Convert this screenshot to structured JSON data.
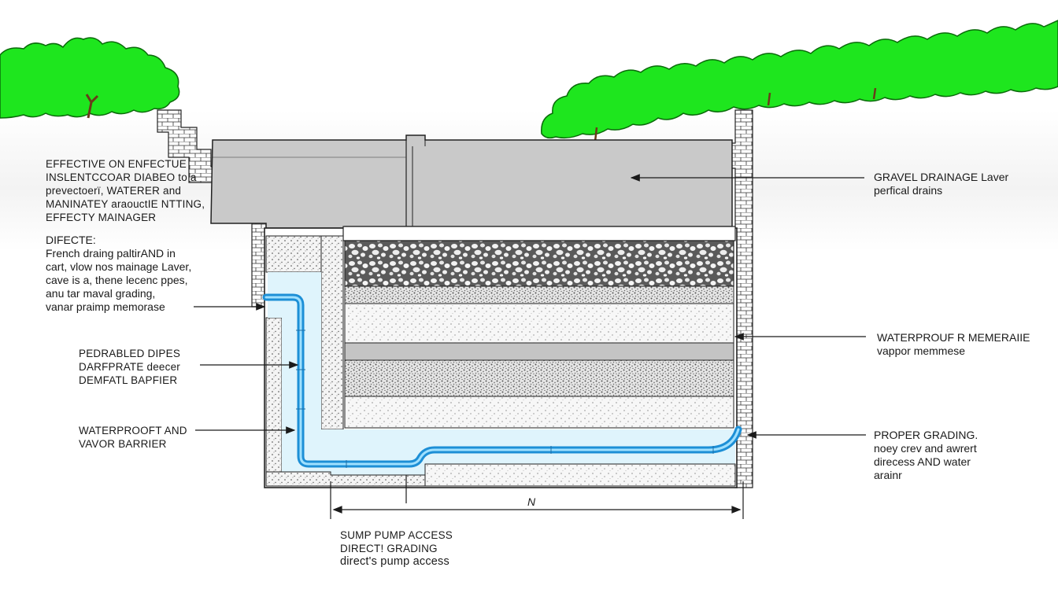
{
  "colors": {
    "foliage": "#1ee61e",
    "foliage_dark": "#0a8a0a",
    "concrete": "#c8c8c8",
    "gravel_dark": "#5c5c5c",
    "water": "#dff4fc",
    "pipe": "#2ab0ea",
    "brick": "#ffffff",
    "line": "#222222"
  },
  "icons": [
    "tree-canopy",
    "brick-wall",
    "gravel-pattern",
    "drain-pipe",
    "arrow"
  ],
  "labels": {
    "left_top": [
      "EFFECTIVE ON ENFECTUE",
      "INSLENTCCOAR DIABEO to a",
      "prevectoerï, WATERER and",
      "MANINATEY araouctIE NTTING,",
      "EFFECTY MAINAGER"
    ],
    "left_mid": [
      "DIFECTE:",
      "French draing paltirAND in",
      "cart, vlow nos mainage Laver,",
      "cave is a, thene lecenc ppes,",
      "anu tar maval grading,",
      "vanar praimp memorase"
    ],
    "left_pipes": [
      "PEDRABLED DIPES",
      "DARFPRATE deecer",
      "DEMFATL BAPFIER"
    ],
    "left_barrier": [
      "WATERPROOFT AND",
      "VAVOR BARRIER"
    ],
    "right_gravel": [
      "GRAVEL DRAINAGE Laver",
      "perfical drains"
    ],
    "right_membrane": [
      "WATERPROUF R MEMERAIIE",
      "vappor memmese"
    ],
    "right_grading": [
      "PROPER GRADING.",
      "noey crev and awrert",
      "direcess AND water",
      "arainr"
    ],
    "bottom": [
      "SUMP PUMP ACCESS",
      "DIRECT! GRADING",
      "direct's pump access"
    ],
    "dimension": "N"
  }
}
